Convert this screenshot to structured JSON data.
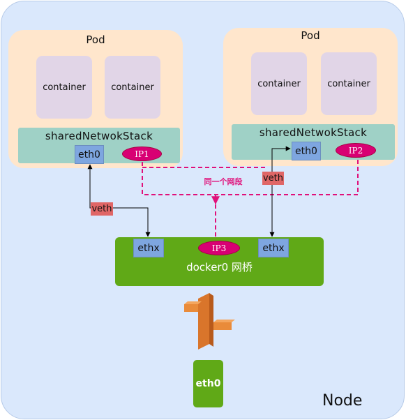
{
  "node": {
    "label": "Node"
  },
  "pods": [
    {
      "title": "Pod",
      "containers": [
        "container",
        "container"
      ],
      "stack_label": "sharedNetwokStack",
      "eth": "eth0",
      "ip": "IP1"
    },
    {
      "title": "Pod",
      "containers": [
        "container",
        "container"
      ],
      "stack_label": "sharedNetwokStack",
      "eth": "eth0",
      "ip": "IP2"
    }
  ],
  "veth": [
    "veth",
    "veth"
  ],
  "segment_label": "同一个网段",
  "bridge": {
    "label": "docker0 网桥",
    "ethx": [
      "ethx",
      "ethx"
    ],
    "ip": "IP3"
  },
  "node_eth": "eth0",
  "colors": {
    "node_bg": "#dae8fc",
    "pod_bg": "#ffe6cc",
    "container_bg": "#e1d5e7",
    "stack_bg": "#9fd1c6",
    "eth_bg": "#7ea6e0",
    "ip_bg": "#d80073",
    "veth_bg": "#e06666",
    "bridge_bg": "#60a917",
    "dashed_line": "#e0107a"
  },
  "icons": {
    "router": "router-icon"
  }
}
